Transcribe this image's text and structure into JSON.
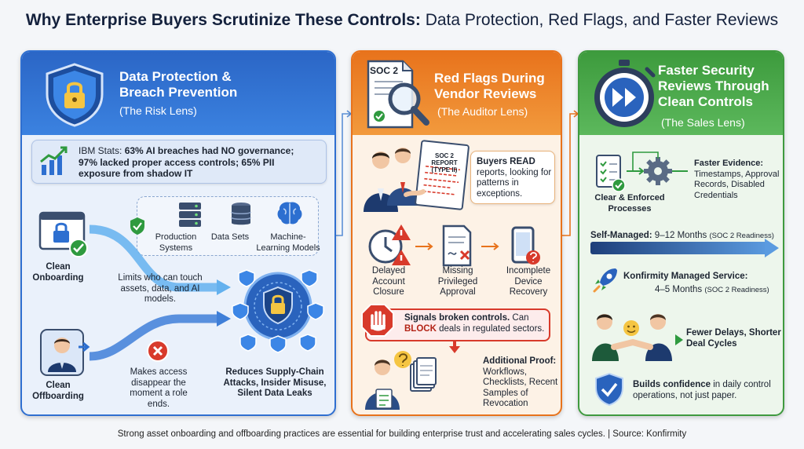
{
  "title": {
    "bold": "Why Enterprise Buyers Scrutinize These Controls:",
    "rest": "Data Protection, Red Flags, and Faster Reviews"
  },
  "panel1": {
    "title_line1": "Data Protection &",
    "title_line2": "Breach Prevention",
    "subtitle": "(The Risk Lens)",
    "stats_prefix": "IBM Stats: ",
    "stats_bold1": "63% AI breaches had NO governance;",
    "stats_bold2": "97% lacked proper access controls; 65% PII",
    "stats_bold3": "exposure from shadow IT",
    "assets": [
      "Production Systems",
      "Data Sets",
      "Machine-Learning Models"
    ],
    "onboarding_label": "Clean Onboarding",
    "offboarding_label": "Clean Offboarding",
    "limits_text": "Limits who can touch assets, data, and AI models.",
    "makes_text": "Makes access disappear the moment a role ends.",
    "reduces_text": "Reduces Supply-Chain Attacks, Insider Misuse, Silent Data Leaks"
  },
  "panel2": {
    "doc_label": "SOC 2",
    "title_line1": "Red Flags During",
    "title_line2": "Vendor Reviews",
    "subtitle": "(The Auditor Lens)",
    "report_label": "SOC 2 REPORT (TYPE II)",
    "buyers_bold": "Buyers READ",
    "buyers_rest": "reports, looking for patterns in exceptions.",
    "flags": [
      "Delayed Account Closure",
      "Missing Privileged Approval",
      "Incomplete Device Recovery"
    ],
    "alert_bold1": "Signals broken controls.",
    "alert_rest1": "Can",
    "alert_bold2": "BLOCK",
    "alert_rest2": "deals in regulated sectors.",
    "proof_bold": "Additional Proof:",
    "proof_rest": "Workflows, Checklists, Recent Samples of Revocation"
  },
  "panel3": {
    "title_line1": "Faster Security",
    "title_line2": "Reviews Through",
    "title_line3": "Clean Controls",
    "subtitle": "(The Sales Lens)",
    "processes_label": "Clear & Enforced Processes",
    "evidence_bold": "Faster Evidence:",
    "evidence_rest": "Timestamps, Approval Records, Disabled Credentials",
    "self_bold": "Self-Managed:",
    "self_rest": "9–12 Months",
    "self_small": "(SOC 2 Readiness)",
    "managed_bold": "Konfirmity Managed Service:",
    "managed_rest": "4–5 Months",
    "managed_small": "(SOC 2 Readiness)",
    "fewer_bold": "Fewer Delays, Shorter Deal Cycles",
    "builds_bold": "Builds confidence",
    "builds_rest": "in daily control operations, not just paper."
  },
  "footer": "Strong asset onboarding and offboarding practices are essential for building enterprise trust and accelerating sales cycles. | Source: Konfirmity",
  "colors": {
    "blue": "#2f6fd0",
    "orange": "#e8731c",
    "green": "#3f9a3f",
    "red": "#d83a2b"
  }
}
